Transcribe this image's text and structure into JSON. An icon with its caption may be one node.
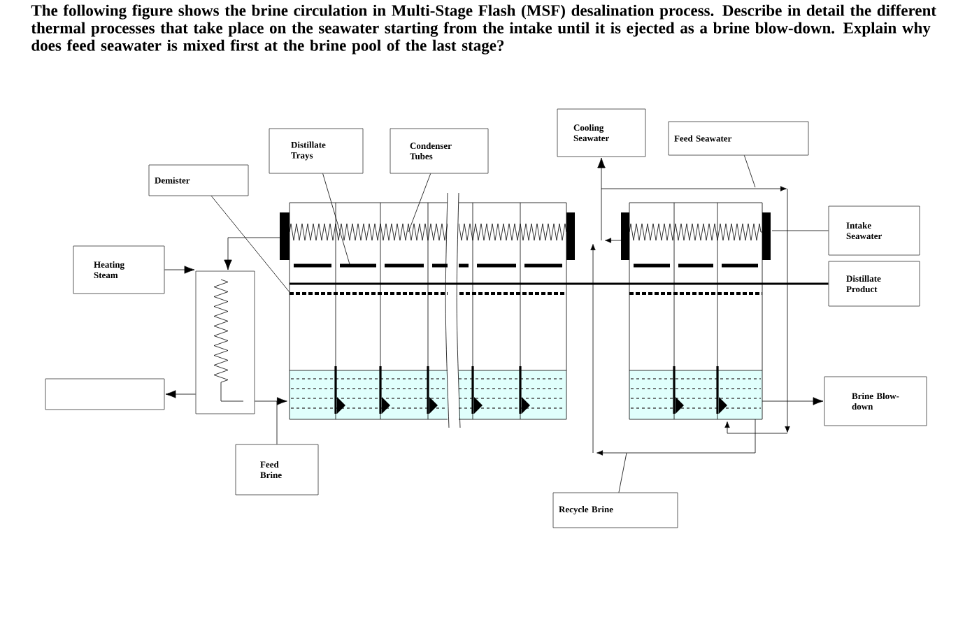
{
  "diagram": {
    "title": "The following figure shows the brine circulation in Multi-Stage Flash (MSF) desalination process. Describe in detail the different thermal processes that take place on the seawater starting from the intake until it is ejected as a brine blow-down. Explain why does feed seawater is mixed first at the brine pool of the last stage?",
    "nodes": [
      {
        "text": [
          "Distillate Trays"
        ]
      },
      {
        "text": [
          "Condenser Tubes"
        ]
      },
      {
        "text": [
          "Cooling Seawater"
        ]
      },
      {
        "text": [
          "Feed Seawater"
        ]
      },
      {
        "text": [
          "Demister"
        ]
      },
      {
        "text": [
          "Heating Steam"
        ]
      },
      {
        "text": [
          "Intake Seawater"
        ]
      },
      {
        "text": [
          "Distillate Product"
        ]
      },
      {
        "text": [
          "Brine Blow-down"
        ]
      },
      {
        "text": [
          "Feed Brine"
        ]
      },
      {
        "text": [
          "Recycle Brine"
        ]
      },
      {
        "text": [],
        "shape": "box"
      },
      {
        "text": [],
        "shape": "box"
      }
    ],
    "edges": [
      {
        "from": 0,
        "to": null,
        "arrow": "none"
      },
      {
        "from": 1,
        "to": null,
        "arrow": "none"
      },
      {
        "from": 4,
        "to": null,
        "arrow": "none"
      },
      {
        "from": 3,
        "to": null,
        "arrow": "none"
      },
      {
        "from": null,
        "to": 2,
        "arrow": "to"
      },
      {
        "from": 6,
        "to": null,
        "arrow": "none"
      },
      {
        "from": null,
        "to": 7,
        "arrow": "none"
      },
      {
        "from": null,
        "to": 8,
        "arrow": "to"
      },
      {
        "from": 5,
        "to": 12,
        "arrow": "to"
      },
      {
        "from": 12,
        "to": 11,
        "arrow": "to"
      },
      {
        "from": 9,
        "to": null,
        "arrow": "none"
      },
      {
        "from": 10,
        "to": null,
        "arrow": "none"
      },
      {
        "from": null,
        "to": 12,
        "arrow": "to"
      },
      {
        "from": 12,
        "to": null,
        "arrow": "to"
      }
    ]
  }
}
